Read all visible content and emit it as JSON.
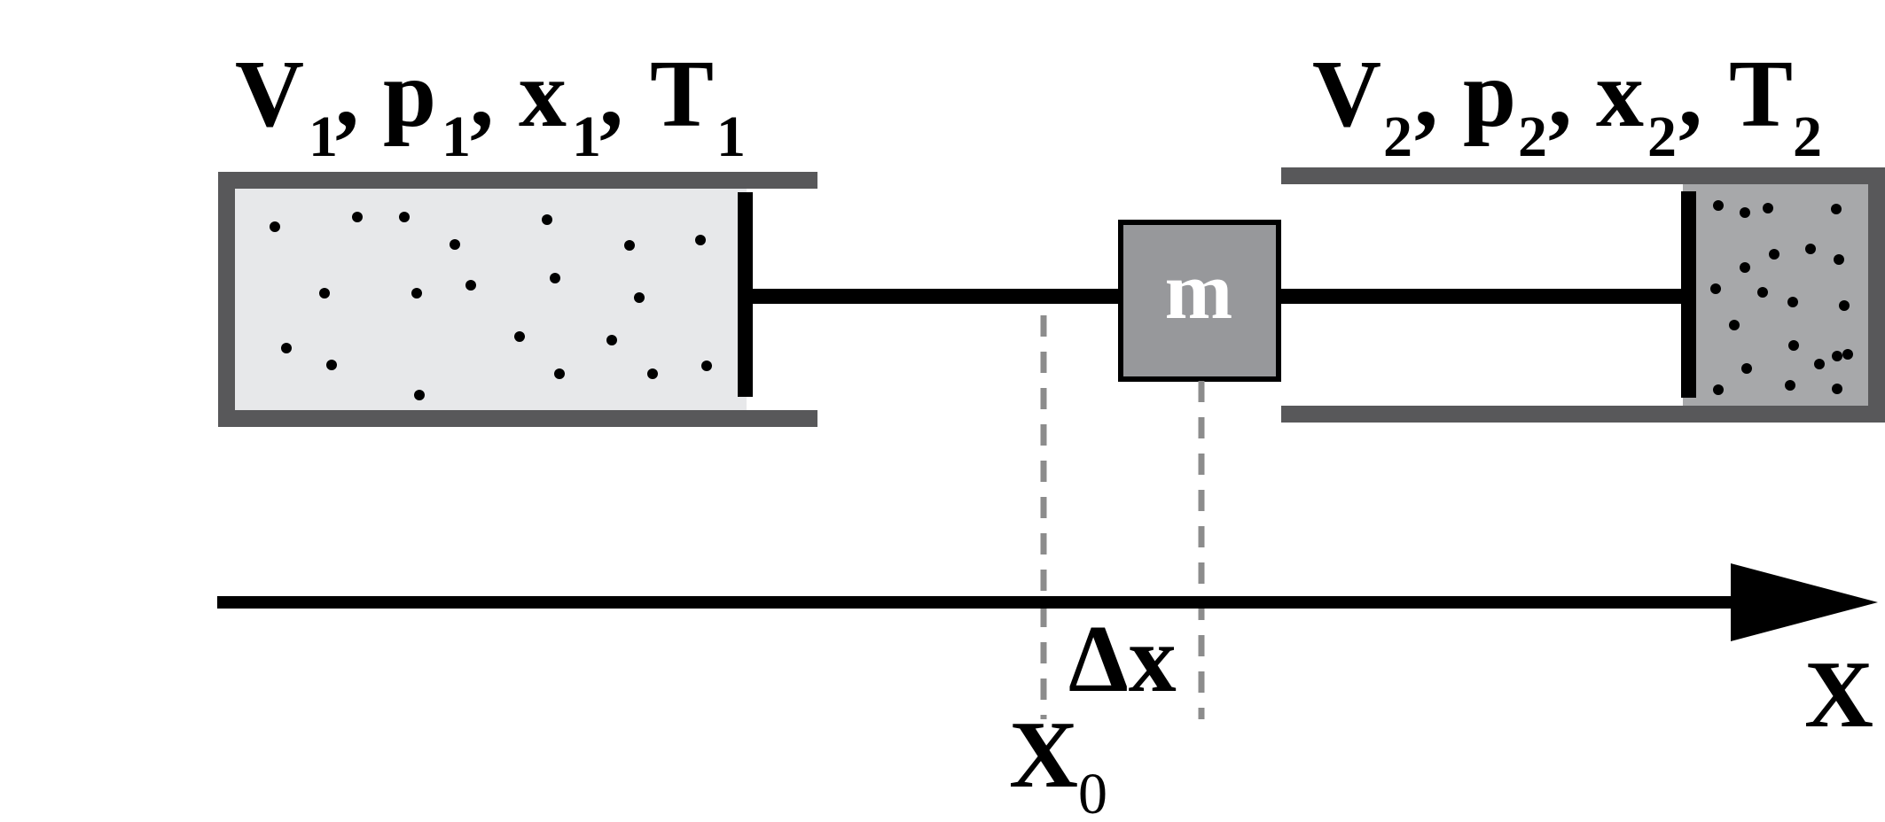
{
  "colors": {
    "wall": "#58585a",
    "gas_left_fill": "#e7e8ea",
    "gas_right_fill": "#a7a8aa",
    "mass_fill": "#97989b",
    "mass_text": "#ffffff",
    "dashed": "#8c8c8c",
    "ink": "#000000"
  },
  "left_chamber": {
    "labels": [
      {
        "main": "V",
        "sub": "1"
      },
      {
        "main": "p",
        "sub": "1"
      },
      {
        "main": "x",
        "sub": "1"
      },
      {
        "main": "T",
        "sub": "1"
      }
    ],
    "separator": ","
  },
  "right_chamber": {
    "labels": [
      {
        "main": "V",
        "sub": "2"
      },
      {
        "main": "p",
        "sub": "2"
      },
      {
        "main": "x",
        "sub": "2"
      },
      {
        "main": "T",
        "sub": "2"
      }
    ],
    "separator": ","
  },
  "mass": {
    "label": "m"
  },
  "axis": {
    "label": "X"
  },
  "displacement": {
    "label": "Δx"
  },
  "origin": {
    "main": "X",
    "sub": "0"
  }
}
